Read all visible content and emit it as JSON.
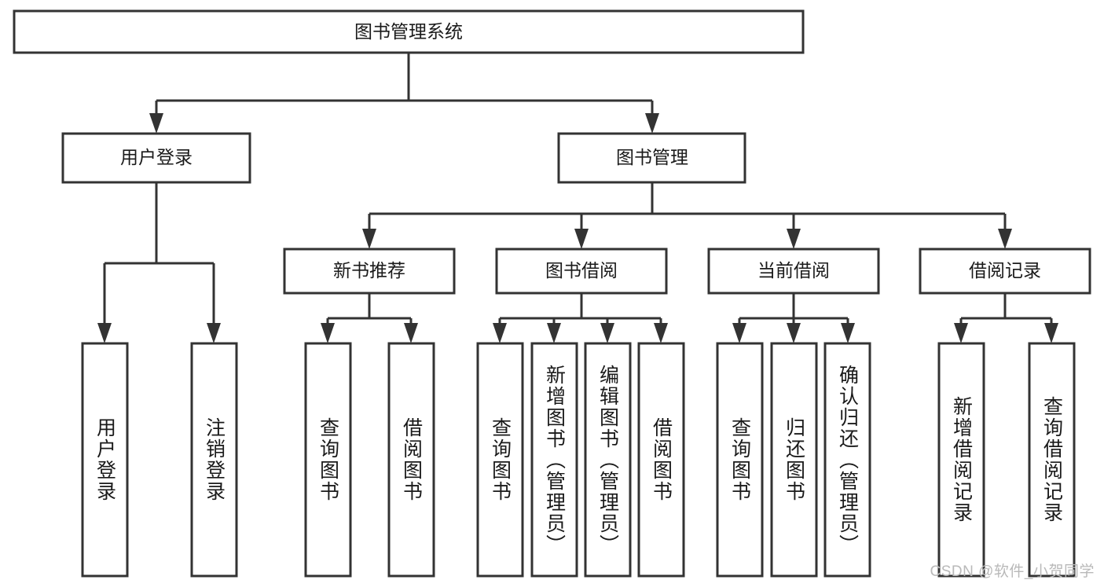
{
  "chart_data": {
    "type": "diagram",
    "diagram_kind": "tree-hierarchy-flowchart",
    "title": "图书管理系统",
    "orientation": "top-down",
    "levels": 4,
    "node_count": 18,
    "style": {
      "box_fill": "#ffffff",
      "box_stroke": "#333333",
      "text_color": "#1a1a1a",
      "background": "#ffffff",
      "leaf_text_direction": "vertical"
    },
    "nodes": [
      {
        "id": "root",
        "label": "图书管理系统",
        "level": 0,
        "parent": null,
        "orientation": "horizontal"
      },
      {
        "id": "login",
        "label": "用户登录",
        "level": 1,
        "parent": "root",
        "orientation": "horizontal"
      },
      {
        "id": "bookmgmt",
        "label": "图书管理",
        "level": 1,
        "parent": "root",
        "orientation": "horizontal"
      },
      {
        "id": "newbook",
        "label": "新书推荐",
        "level": 2,
        "parent": "bookmgmt",
        "orientation": "horizontal"
      },
      {
        "id": "borrow",
        "label": "图书借阅",
        "level": 2,
        "parent": "bookmgmt",
        "orientation": "horizontal"
      },
      {
        "id": "current",
        "label": "当前借阅",
        "level": 2,
        "parent": "bookmgmt",
        "orientation": "horizontal"
      },
      {
        "id": "records",
        "label": "借阅记录",
        "level": 2,
        "parent": "bookmgmt",
        "orientation": "horizontal"
      },
      {
        "id": "l1",
        "label": "用户登录",
        "level": 3,
        "parent": "login",
        "orientation": "vertical"
      },
      {
        "id": "l2",
        "label": "注销登录",
        "level": 3,
        "parent": "login",
        "orientation": "vertical"
      },
      {
        "id": "l3",
        "label": "查询图书",
        "level": 3,
        "parent": "newbook",
        "orientation": "vertical"
      },
      {
        "id": "l4",
        "label": "借阅图书",
        "level": 3,
        "parent": "newbook",
        "orientation": "vertical"
      },
      {
        "id": "l5",
        "label": "查询图书",
        "level": 3,
        "parent": "borrow",
        "orientation": "vertical"
      },
      {
        "id": "l6",
        "label": "新增图书（管理员）",
        "level": 3,
        "parent": "borrow",
        "orientation": "vertical"
      },
      {
        "id": "l7",
        "label": "编辑图书（管理员）",
        "level": 3,
        "parent": "borrow",
        "orientation": "vertical"
      },
      {
        "id": "l8",
        "label": "借阅图书",
        "level": 3,
        "parent": "borrow",
        "orientation": "vertical"
      },
      {
        "id": "l9",
        "label": "查询图书",
        "level": 3,
        "parent": "current",
        "orientation": "vertical"
      },
      {
        "id": "l10",
        "label": "归还图书",
        "level": 3,
        "parent": "current",
        "orientation": "vertical"
      },
      {
        "id": "l11",
        "label": "确认归还（管理员）",
        "level": 3,
        "parent": "current",
        "orientation": "vertical"
      },
      {
        "id": "l12",
        "label": "新增借阅记录",
        "level": 3,
        "parent": "records",
        "orientation": "vertical"
      },
      {
        "id": "l13",
        "label": "查询借阅记录",
        "level": 3,
        "parent": "records",
        "orientation": "vertical"
      }
    ],
    "edges": [
      {
        "from": "root",
        "to": "login"
      },
      {
        "from": "root",
        "to": "bookmgmt"
      },
      {
        "from": "bookmgmt",
        "to": "newbook"
      },
      {
        "from": "bookmgmt",
        "to": "borrow"
      },
      {
        "from": "bookmgmt",
        "to": "current"
      },
      {
        "from": "bookmgmt",
        "to": "records"
      },
      {
        "from": "login",
        "to": "l1"
      },
      {
        "from": "login",
        "to": "l2"
      },
      {
        "from": "newbook",
        "to": "l3"
      },
      {
        "from": "newbook",
        "to": "l4"
      },
      {
        "from": "borrow",
        "to": "l5"
      },
      {
        "from": "borrow",
        "to": "l6"
      },
      {
        "from": "borrow",
        "to": "l7"
      },
      {
        "from": "borrow",
        "to": "l8"
      },
      {
        "from": "current",
        "to": "l9"
      },
      {
        "from": "current",
        "to": "l10"
      },
      {
        "from": "current",
        "to": "l11"
      },
      {
        "from": "records",
        "to": "l12"
      },
      {
        "from": "records",
        "to": "l13"
      }
    ]
  },
  "labels": {
    "root": "图书管理系统",
    "login": "用户登录",
    "bookmgmt": "图书管理",
    "newbook": "新书推荐",
    "borrow": "图书借阅",
    "current": "当前借阅",
    "records": "借阅记录",
    "l1": "用户登录",
    "l2": "注销登录",
    "l3": "查询图书",
    "l4": "借阅图书",
    "l5": "查询图书",
    "l6": "新增图书（管理员）",
    "l7": "编辑图书（管理员）",
    "l8": "借阅图书",
    "l9": "查询图书",
    "l10": "归还图书",
    "l11": "确认归还（管理员）",
    "l12": "新增借阅记录",
    "l13": "查询借阅记录"
  },
  "watermark": {
    "text": "CSDN @软件_小贺同学"
  }
}
